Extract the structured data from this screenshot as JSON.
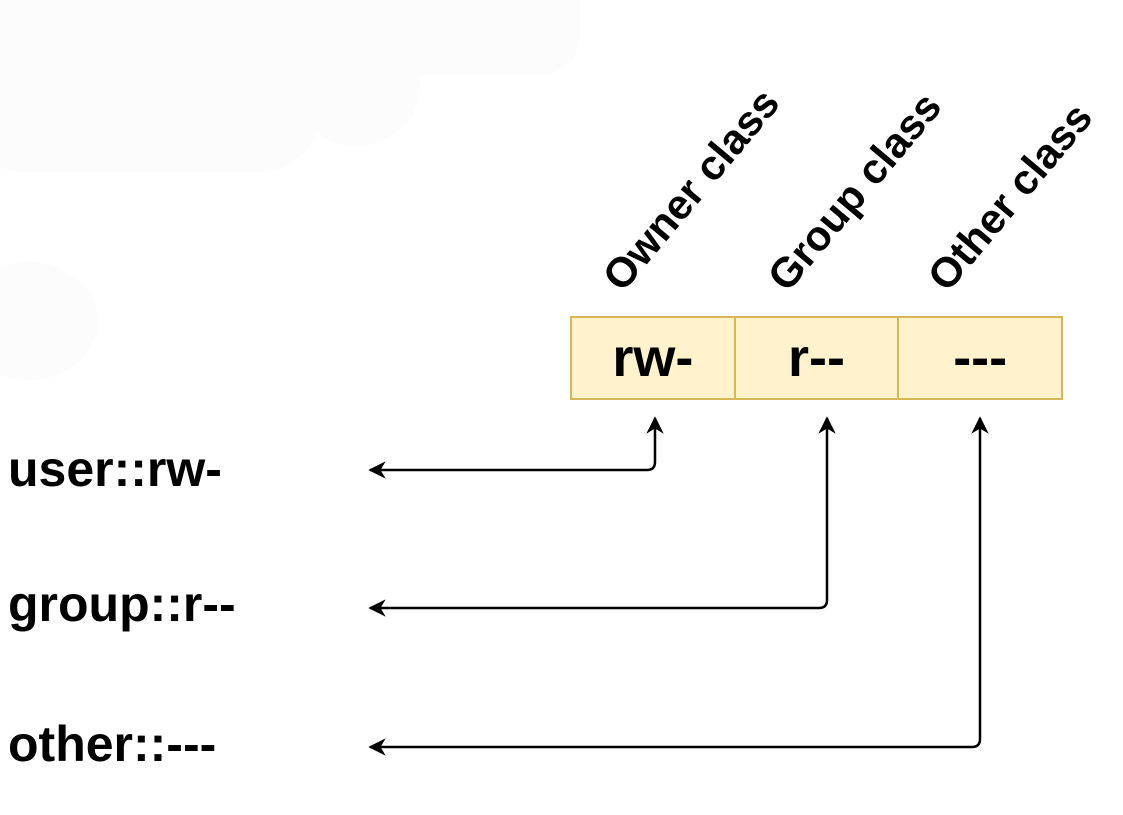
{
  "title": "POSIX ACL mapping to permission classes",
  "class_labels": [
    "Owner class",
    "Group class",
    "Other class"
  ],
  "permission_bits": [
    "rw-",
    "r--",
    "---"
  ],
  "acl_entries": [
    "user::rw-",
    "group::r--",
    "other::---"
  ],
  "colors": {
    "box_fill": "#fff2cc",
    "box_border": "#d6b656",
    "text": "#000000",
    "arrow": "#000000"
  },
  "mappings": [
    {
      "from": "user::rw-",
      "to": "Owner class"
    },
    {
      "from": "group::r--",
      "to": "Group class"
    },
    {
      "from": "other::---",
      "to": "Other class"
    }
  ]
}
